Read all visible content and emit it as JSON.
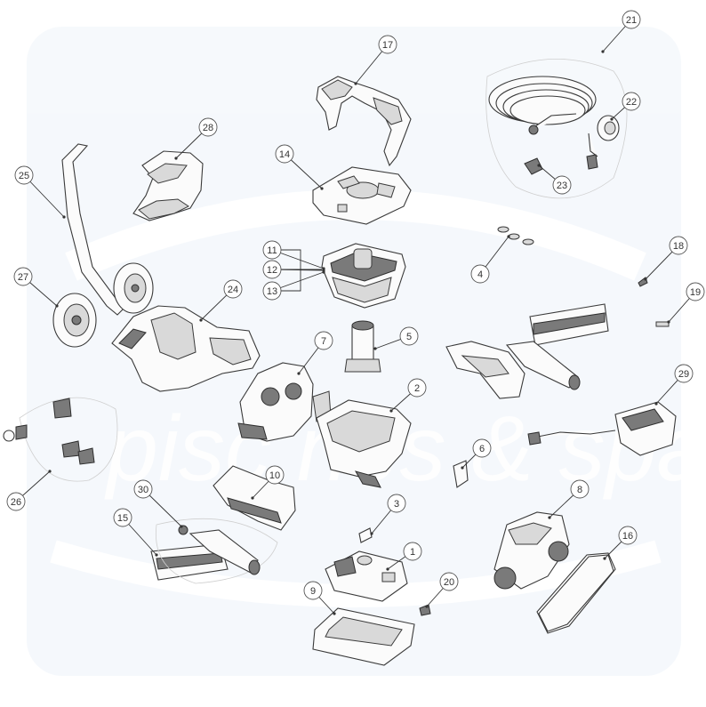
{
  "watermark": {
    "brand_text": "pisc nes & spas",
    "color": "#e4eef7"
  },
  "colors": {
    "line": "#333333",
    "part_fill": "#fbfbfb",
    "dark": "#7a7a7a"
  },
  "callouts": [
    {
      "id": "c1",
      "label": "1"
    },
    {
      "id": "c2",
      "label": "2"
    },
    {
      "id": "c3",
      "label": "3"
    },
    {
      "id": "c4",
      "label": "4"
    },
    {
      "id": "c5",
      "label": "5"
    },
    {
      "id": "c6",
      "label": "6"
    },
    {
      "id": "c7",
      "label": "7"
    },
    {
      "id": "c8",
      "label": "8"
    },
    {
      "id": "c9",
      "label": "9"
    },
    {
      "id": "c10",
      "label": "10"
    },
    {
      "id": "c11",
      "label": "11"
    },
    {
      "id": "c12",
      "label": "12"
    },
    {
      "id": "c13",
      "label": "13"
    },
    {
      "id": "c14",
      "label": "14"
    },
    {
      "id": "c15",
      "label": "15"
    },
    {
      "id": "c16",
      "label": "16"
    },
    {
      "id": "c17",
      "label": "17"
    },
    {
      "id": "c18",
      "label": "18"
    },
    {
      "id": "c19",
      "label": "19"
    },
    {
      "id": "c20",
      "label": "20"
    },
    {
      "id": "c21",
      "label": "21"
    },
    {
      "id": "c22",
      "label": "22"
    },
    {
      "id": "c23",
      "label": "23"
    },
    {
      "id": "c24",
      "label": "24"
    },
    {
      "id": "c25",
      "label": "25"
    },
    {
      "id": "c26",
      "label": "26"
    },
    {
      "id": "c27",
      "label": "27"
    },
    {
      "id": "c28",
      "label": "28"
    },
    {
      "id": "c29",
      "label": "29"
    },
    {
      "id": "c30",
      "label": "30"
    }
  ]
}
